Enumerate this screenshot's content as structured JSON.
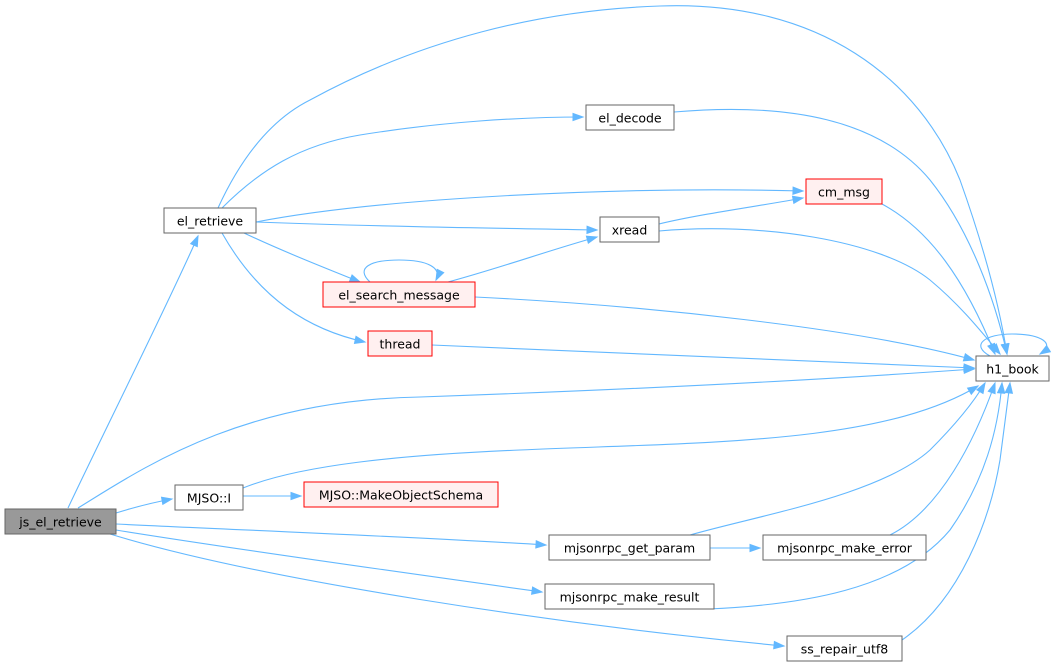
{
  "colors": {
    "edge": "#63b8ff",
    "root_fill": "#999999",
    "root_stroke": "#666666",
    "normal_fill": "#ffffff",
    "normal_stroke": "#666666",
    "ext_fill": "#fff0f0",
    "ext_stroke": "#ff0000"
  },
  "nodes": [
    {
      "id": "js_el_retrieve",
      "label": "js_el_retrieve",
      "style": "root"
    },
    {
      "id": "el_retrieve",
      "label": "el_retrieve",
      "style": "normal"
    },
    {
      "id": "el_decode",
      "label": "el_decode",
      "style": "normal"
    },
    {
      "id": "cm_msg",
      "label": "cm_msg",
      "style": "ext"
    },
    {
      "id": "xread",
      "label": "xread",
      "style": "normal"
    },
    {
      "id": "el_search_message",
      "label": "el_search_message",
      "style": "ext"
    },
    {
      "id": "thread",
      "label": "thread",
      "style": "ext"
    },
    {
      "id": "h1_book",
      "label": "h1_book",
      "style": "normal"
    },
    {
      "id": "mjso_i",
      "label": "MJSO::I",
      "style": "normal"
    },
    {
      "id": "mjso_make_object_schema",
      "label": "MJSO::MakeObjectSchema",
      "style": "ext"
    },
    {
      "id": "mjsonrpc_get_param",
      "label": "mjsonrpc_get_param",
      "style": "normal"
    },
    {
      "id": "mjsonrpc_make_error",
      "label": "mjsonrpc_make_error",
      "style": "normal"
    },
    {
      "id": "mjsonrpc_make_result",
      "label": "mjsonrpc_make_result",
      "style": "normal"
    },
    {
      "id": "ss_repair_utf8",
      "label": "ss_repair_utf8",
      "style": "normal"
    }
  ],
  "edges": [
    {
      "from": "js_el_retrieve",
      "to": "el_retrieve"
    },
    {
      "from": "js_el_retrieve",
      "to": "h1_book"
    },
    {
      "from": "js_el_retrieve",
      "to": "mjso_i"
    },
    {
      "from": "js_el_retrieve",
      "to": "mjsonrpc_get_param"
    },
    {
      "from": "js_el_retrieve",
      "to": "mjsonrpc_make_result"
    },
    {
      "from": "js_el_retrieve",
      "to": "ss_repair_utf8"
    },
    {
      "from": "el_retrieve",
      "to": "h1_book"
    },
    {
      "from": "el_retrieve",
      "to": "el_decode"
    },
    {
      "from": "el_retrieve",
      "to": "cm_msg"
    },
    {
      "from": "el_retrieve",
      "to": "xread"
    },
    {
      "from": "el_retrieve",
      "to": "el_search_message"
    },
    {
      "from": "el_retrieve",
      "to": "thread"
    },
    {
      "from": "el_decode",
      "to": "h1_book"
    },
    {
      "from": "cm_msg",
      "to": "h1_book"
    },
    {
      "from": "xread",
      "to": "cm_msg"
    },
    {
      "from": "xread",
      "to": "h1_book"
    },
    {
      "from": "el_search_message",
      "to": "el_search_message"
    },
    {
      "from": "el_search_message",
      "to": "xread"
    },
    {
      "from": "el_search_message",
      "to": "h1_book"
    },
    {
      "from": "thread",
      "to": "h1_book"
    },
    {
      "from": "h1_book",
      "to": "h1_book"
    },
    {
      "from": "mjso_i",
      "to": "h1_book"
    },
    {
      "from": "mjso_i",
      "to": "mjso_make_object_schema"
    },
    {
      "from": "mjsonrpc_get_param",
      "to": "h1_book"
    },
    {
      "from": "mjsonrpc_get_param",
      "to": "mjsonrpc_make_error"
    },
    {
      "from": "mjsonrpc_make_error",
      "to": "h1_book"
    },
    {
      "from": "mjsonrpc_make_result",
      "to": "h1_book"
    },
    {
      "from": "ss_repair_utf8",
      "to": "h1_book"
    }
  ]
}
